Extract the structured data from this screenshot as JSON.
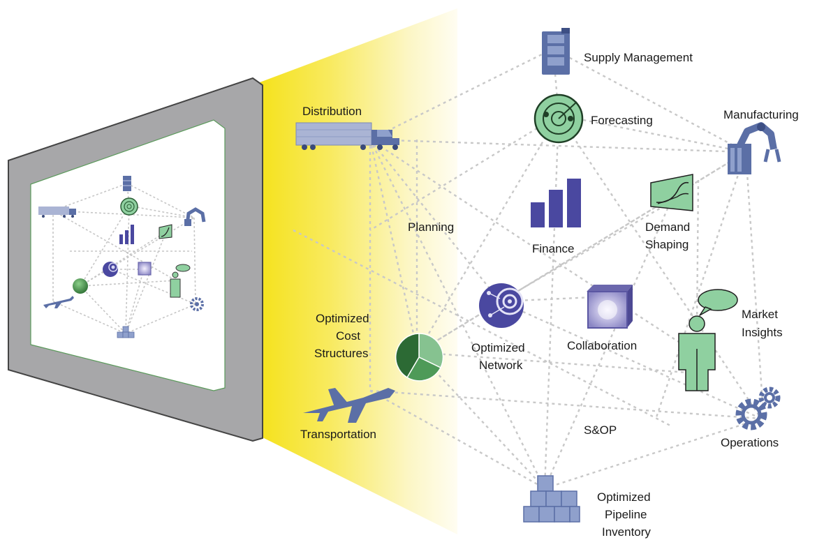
{
  "colors": {
    "beam": "#f7e42a",
    "icon_blue": "#5b6fa6",
    "icon_purple": "#4a48a0",
    "icon_green": "#8fd0a0",
    "frame_gray": "#a7a7a9",
    "edge_gray": "#c8c8c8"
  },
  "nodes": {
    "supply_management": {
      "label": "Supply Management",
      "icon": "server-icon"
    },
    "forecasting": {
      "label": "Forecasting",
      "icon": "radar-icon"
    },
    "manufacturing": {
      "label": "Manufacturing",
      "icon": "robot-arm-icon"
    },
    "distribution": {
      "label": "Distribution",
      "icon": "truck-icon"
    },
    "planning": {
      "label": "Planning"
    },
    "finance": {
      "label": "Finance",
      "icon": "bar-chart-icon"
    },
    "demand_shaping": {
      "label_line1": "Demand",
      "label_line2": "Shaping",
      "icon": "curve-chart-icon"
    },
    "optimized_network": {
      "label_line1": "Optimized",
      "label_line2": "Network",
      "icon": "network-globe-icon"
    },
    "collaboration": {
      "label": "Collaboration",
      "icon": "cube-icon"
    },
    "market_insights": {
      "label_line1": "Market",
      "label_line2": "Insights",
      "icon": "person-speech-icon"
    },
    "optimized_cost_structures": {
      "label_line1": "Optimized",
      "label_line2": "Cost",
      "label_line3": "Structures",
      "icon": "pie-chart-icon"
    },
    "transportation": {
      "label": "Transportation",
      "icon": "airplane-icon"
    },
    "sop": {
      "label": "S&OP"
    },
    "operations": {
      "label": "Operations",
      "icon": "gears-icon"
    },
    "optimized_pipeline_inventory": {
      "label_line1": "Optimized",
      "label_line2": "Pipeline",
      "label_line3": "Inventory",
      "icon": "stacked-boxes-icon"
    }
  }
}
